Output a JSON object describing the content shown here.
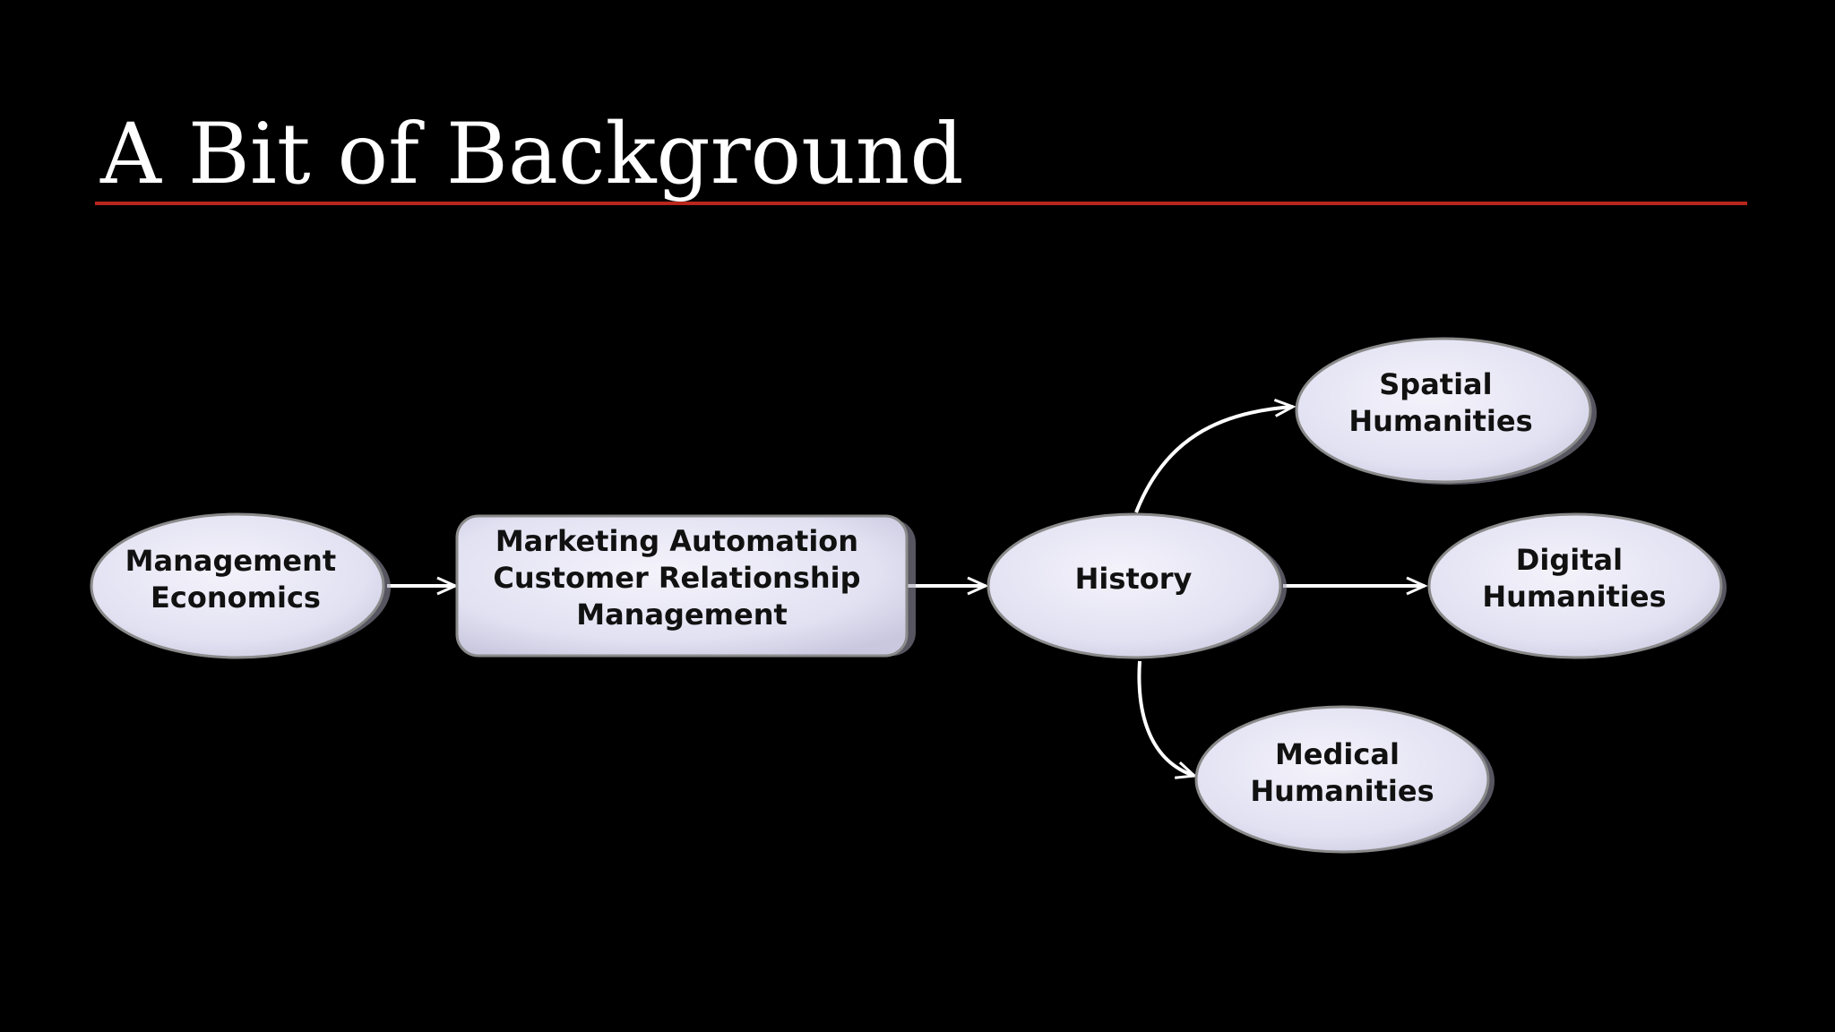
{
  "slide": {
    "title": "A Bit of Background",
    "accent_color": "#b8261c",
    "background_color": "#000000"
  },
  "diagram": {
    "nodes": {
      "management": {
        "lines": [
          "Management",
          "Economics"
        ]
      },
      "marketing": {
        "lines": [
          "Marketing Automation",
          "Customer Relationship",
          "Management"
        ]
      },
      "history": {
        "lines": [
          "History"
        ]
      },
      "spatial": {
        "lines": [
          "Spatial",
          "Humanities"
        ]
      },
      "digital": {
        "lines": [
          "Digital",
          "Humanities"
        ]
      },
      "medical": {
        "lines": [
          "Medical",
          "Humanities"
        ]
      }
    },
    "edges": [
      {
        "from": "management",
        "to": "marketing"
      },
      {
        "from": "marketing",
        "to": "history"
      },
      {
        "from": "history",
        "to": "spatial"
      },
      {
        "from": "history",
        "to": "digital"
      },
      {
        "from": "history",
        "to": "medical"
      }
    ],
    "node_fill": "#e4e3f3",
    "node_stroke": "#8a8a8a"
  }
}
